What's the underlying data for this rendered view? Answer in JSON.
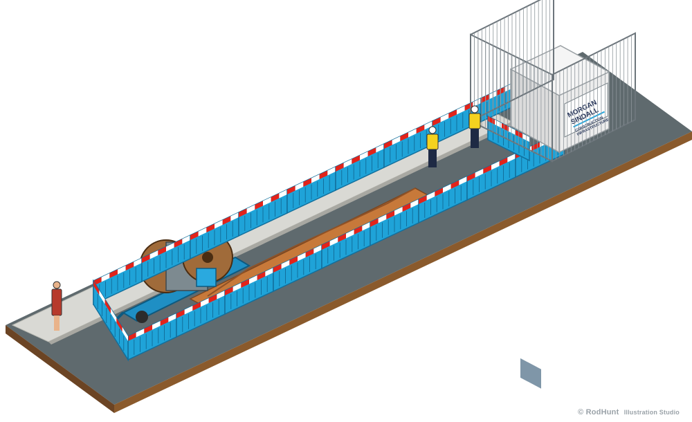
{
  "sign": {
    "line1": "MORGAN",
    "line2": "SINDALL",
    "line3": "CONSTRUCTION",
    "line4": "INFRASTRUCTURE"
  },
  "credit": {
    "symbol": "©",
    "name": "RodHunt",
    "studio": "Illustration Studio"
  },
  "colors": {
    "road": "#5f6a6e",
    "road_edge": "#8a5a2c",
    "pavement": "#d9d9d4",
    "barrier": "#1fa3d8",
    "barrier_dark": "#126f9c",
    "stripe_red": "#e2231a",
    "trench": "#c7793a",
    "hivis": "#f4d21f",
    "cabin": "#f2f2f2"
  }
}
